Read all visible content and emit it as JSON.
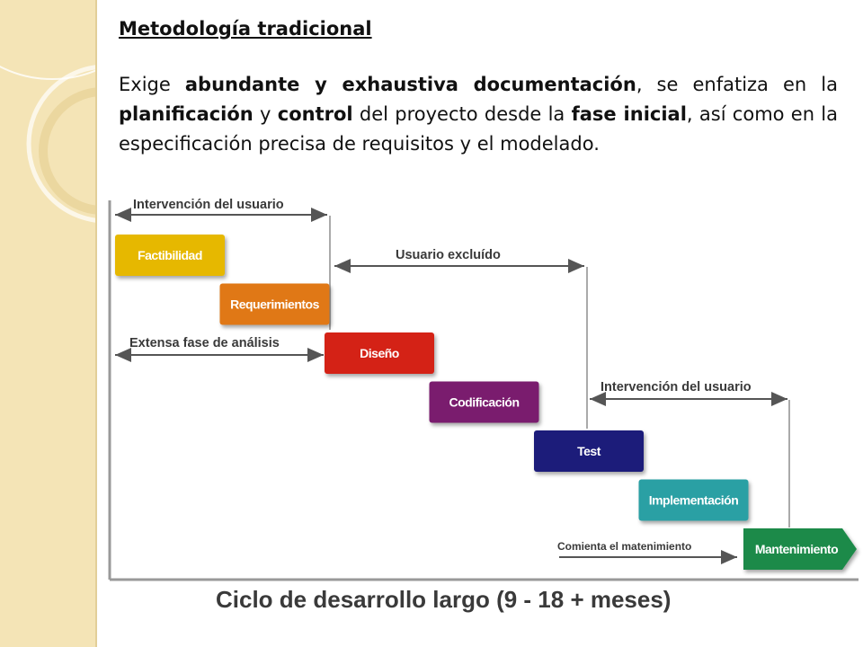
{
  "slide": {
    "title": "Metodología tradicional",
    "body": [
      {
        "text": "Exige ",
        "bold": false
      },
      {
        "text": "abundante y exhaustiva documentación",
        "bold": true
      },
      {
        "text": ", se enfatiza en la ",
        "bold": false
      },
      {
        "text": "planificación",
        "bold": true
      },
      {
        "text": " y ",
        "bold": false
      },
      {
        "text": "control",
        "bold": true
      },
      {
        "text": " del proyecto  desde la ",
        "bold": false
      },
      {
        "text": "fase inicial",
        "bold": true
      },
      {
        "text": ", así como en la especificación precisa de requisitos y el modelado.",
        "bold": false
      }
    ]
  },
  "diagram": {
    "phases": [
      {
        "label": "Factibilidad",
        "color": "#e6b800"
      },
      {
        "label": "Requerimientos",
        "color": "#e07818"
      },
      {
        "label": "Diseño",
        "color": "#d42418"
      },
      {
        "label": "Codificación",
        "color": "#7a1d6e"
      },
      {
        "label": "Test",
        "color": "#1a1a7a"
      },
      {
        "label": "Implementación",
        "color": "#2aa0a4"
      },
      {
        "label": "Mantenimiento",
        "color": "#1f8a48"
      }
    ],
    "annotations": {
      "user_intervention_1": "Intervención del usuario",
      "user_excluded": "Usuario excluído",
      "analysis": "Extensa fase de análisis",
      "user_intervention_2": "Intervención del usuario",
      "maintenance_start": "Comienta el matenimiento"
    },
    "cycle_title": "Ciclo de desarrollo largo (9 - 18 + meses)"
  }
}
